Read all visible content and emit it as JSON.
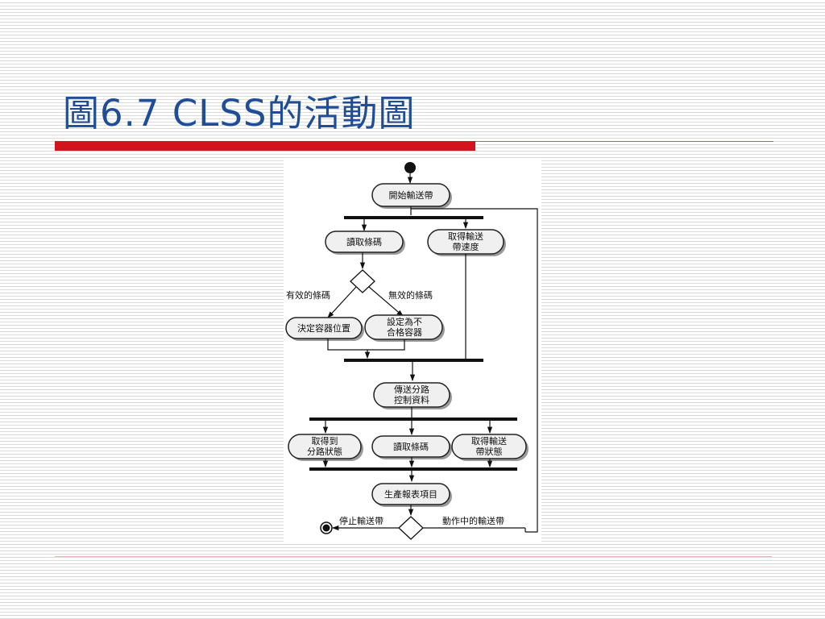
{
  "slide": {
    "title": "圖6.7 CLSS的活動圖"
  },
  "diagram": {
    "start_activity": "開始輸送帶",
    "read_barcode": "讀取條碼",
    "get_speed": [
      "取得輸送",
      "帶速度"
    ],
    "guard_valid": "有效的條碼",
    "guard_invalid": "無效的條碼",
    "decide_bin": "決定容器位置",
    "set_reject": [
      "設定為不",
      "合格容器"
    ],
    "send_routing": [
      "傳送分路",
      "控制資料"
    ],
    "get_switch_status": [
      "取得到",
      "分路狀態"
    ],
    "read_barcode_2": "讀取條碼",
    "get_belt_status": [
      "取得輸送",
      "帶狀態"
    ],
    "produce_report": "生產報表項目",
    "guard_stop": "停止輸送帶",
    "guard_running": "動作中的輸送帶"
  }
}
